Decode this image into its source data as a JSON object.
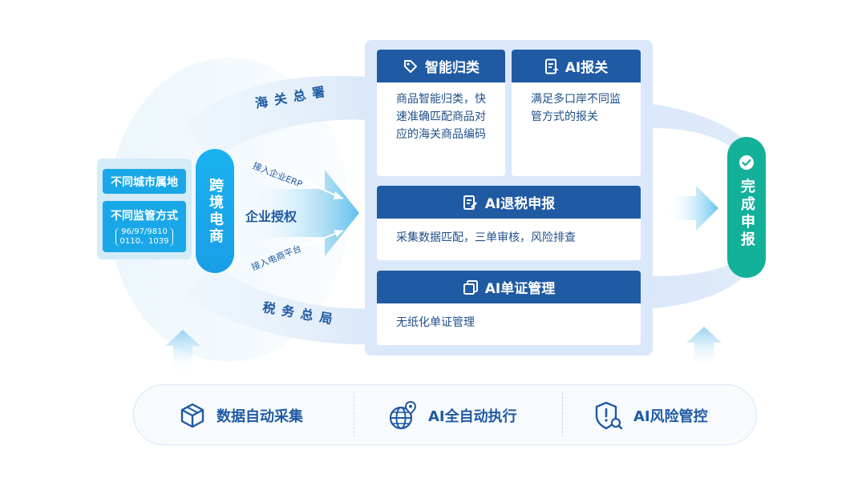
{
  "left": {
    "city": "不同城市属地",
    "supervise": "不同监管方式",
    "codes_line1": "96/97/9810",
    "codes_line2": "0110、1039"
  },
  "center_pill": "跨境电商",
  "flows": {
    "customs": "海关总署",
    "tax": "税务总局",
    "auth": "企业授权",
    "erp": "接入企业ERP",
    "platform": "接入电商平台"
  },
  "cards": {
    "classify": {
      "title": "智能归类",
      "body": "商品智能归类，快速准确匹配商品对应的海关商品编码"
    },
    "customs": {
      "title": "AI报关",
      "body": "满足多口岸不同监管方式的报关"
    },
    "refund": {
      "title": "AI退税申报",
      "body": "采集数据匹配，三单审核，风险排查"
    },
    "docs": {
      "title": "AI单证管理",
      "body": "无纸化单证管理"
    }
  },
  "finish": "完成申报",
  "bottom": {
    "collect": "数据自动采集",
    "exec": "AI全自动执行",
    "risk": "AI风险管控"
  },
  "colors": {
    "navy": "#1f5aa3",
    "sky": "#1aa7e8",
    "green": "#13b09a",
    "panel": "#dbe8fb"
  }
}
